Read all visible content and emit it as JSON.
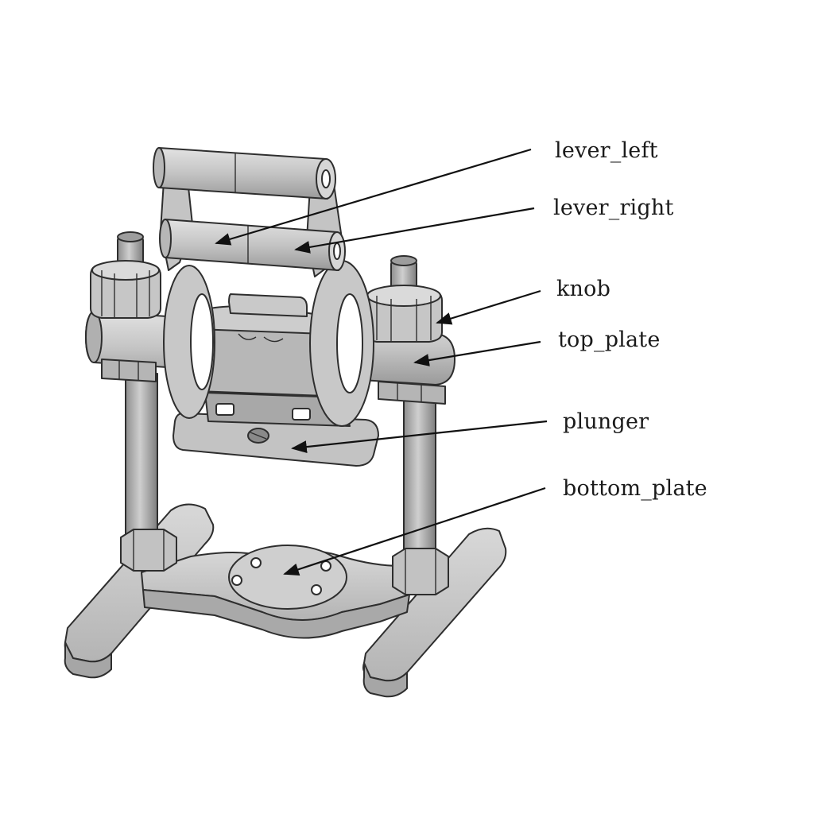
{
  "diagram": {
    "colors": {
      "metal_light": "#d6d6d6",
      "metal_mid": "#b9b9b9",
      "metal_dark": "#8e8e8e",
      "outline": "#2e2e2e",
      "leader": "#111111"
    },
    "labels": {
      "lever_left": "lever_left",
      "lever_right": "lever_right",
      "knob": "knob",
      "top_plate": "top_plate",
      "plunger": "plunger",
      "bottom_plate": "bottom_plate"
    }
  }
}
